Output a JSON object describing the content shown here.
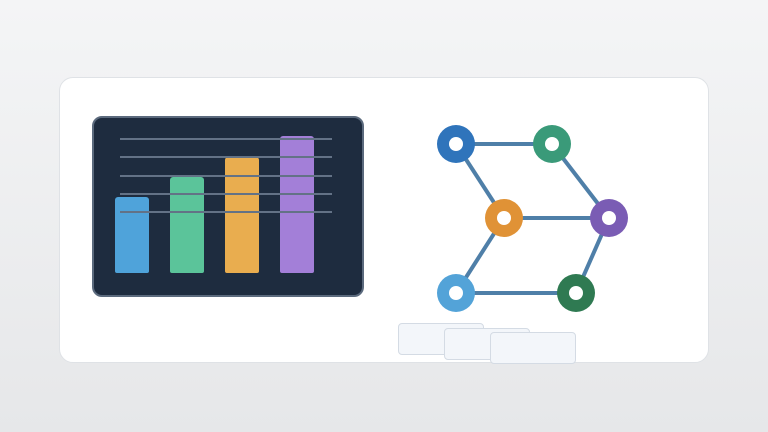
{
  "colors": {
    "panel_bg": "#1e2c3f",
    "bar_blue": "#4fa3da",
    "bar_green": "#5bc49a",
    "bar_orange": "#e9ad4f",
    "bar_purple": "#a37fd8",
    "node_blue_dark": "#2f74bb",
    "node_teal": "#3a9a79",
    "node_orange": "#e09236",
    "node_purple": "#7a5cb4",
    "node_blue_light": "#53a3d8",
    "node_green_dark": "#2f7a52",
    "edge": "#4f7fa8"
  },
  "illustration": {
    "left": "bar-chart-graphic",
    "right": "network-graph-graphic",
    "bottom": "stacked-cards-graphic"
  }
}
